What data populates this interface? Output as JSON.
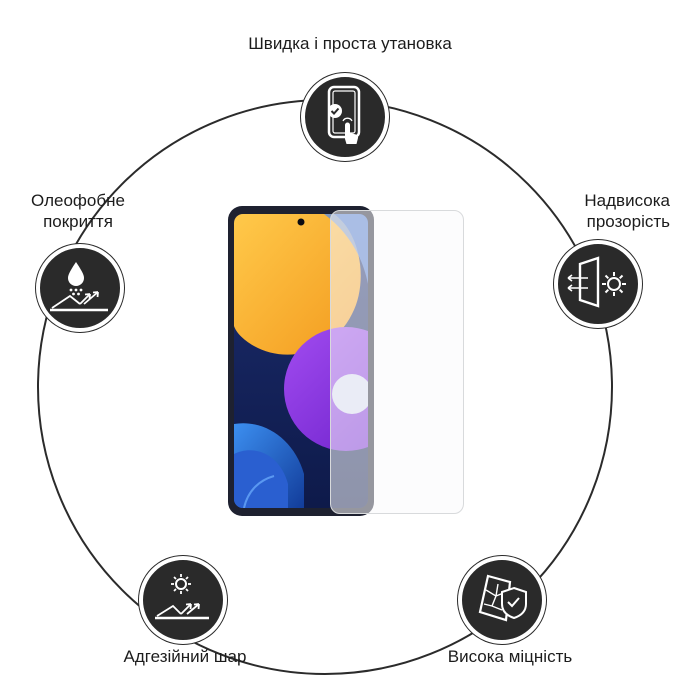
{
  "features": {
    "install": {
      "label": "Швидка і проста утановка",
      "icon": "phone-tap-install-icon"
    },
    "oleophobic": {
      "line1": "Олеофобне",
      "line2": "покриття",
      "icon": "oil-drop-repel-icon"
    },
    "transparency": {
      "line1": "Надвисока",
      "line2": "прозорість",
      "icon": "glass-sun-transparency-icon"
    },
    "adhesive": {
      "label": "Адгезійний шар",
      "icon": "sun-reflection-layer-icon"
    },
    "strength": {
      "label": "Висока міцність",
      "icon": "cracked-glass-shield-icon"
    }
  },
  "colors": {
    "badge": "#2a2a2a",
    "ring": "#2b2b2b",
    "wallpaper_orange": "#f5a623",
    "wallpaper_purple": "#8b2be2",
    "wallpaper_blue": "#1d4fb8"
  }
}
